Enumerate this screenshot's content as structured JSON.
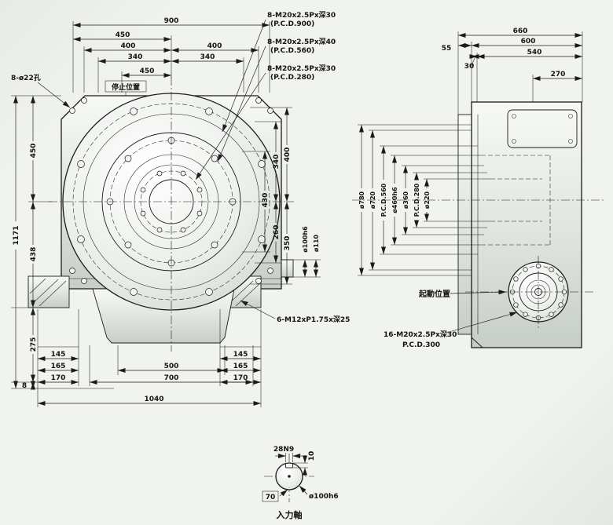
{
  "front": {
    "corner_holes": "8-ø22孔",
    "stop_label": "停止位置",
    "note1a": "8-M20x2.5Px深30",
    "note1b": "(P.C.D.900)",
    "note2a": "8-M20x2.5Px深40",
    "note2b": "(P.C.D.560)",
    "note3a": "8-M20x2.5Px深30",
    "note3b": "(P.C.D.280)",
    "note_bolts_bottom": "6-M12xP1.75x深25",
    "d900": "900",
    "d450_top": "450",
    "d400l": "400",
    "d400r": "400",
    "d340l": "340",
    "d340r": "340",
    "d450_stop": "450",
    "v450": "450",
    "v1171": "1171",
    "v438": "438",
    "v275": "275",
    "v8": "8",
    "r400": "400",
    "r340": "340",
    "r430": "430",
    "r260": "260",
    "r350": "350",
    "shaft_d100": "ø100h6",
    "shaft_d110": "ø110",
    "b145l": "145",
    "b165l": "165",
    "b170l": "170",
    "b500": "500",
    "b700": "700",
    "b1040": "1040",
    "b145r": "145",
    "b165r": "165",
    "b170r": "170"
  },
  "side": {
    "d660": "660",
    "d600": "600",
    "d55": "55",
    "d540": "540",
    "d30": "30",
    "d270": "270",
    "dia780": "ø780",
    "dia720": "ø720",
    "pcd560": "P.C.D.560",
    "dia460": "ø460h6",
    "dia360": "ø360",
    "pcd280": "P.C.D.280",
    "dia220": "ø220",
    "start_label": "起動位置",
    "note_a": "16-M20x2.5Px深30",
    "note_b": "P.C.D.300"
  },
  "detail": {
    "key": "28N9",
    "depth": "10",
    "len": "70",
    "dia": "ø100h6",
    "label": "入力軸"
  }
}
